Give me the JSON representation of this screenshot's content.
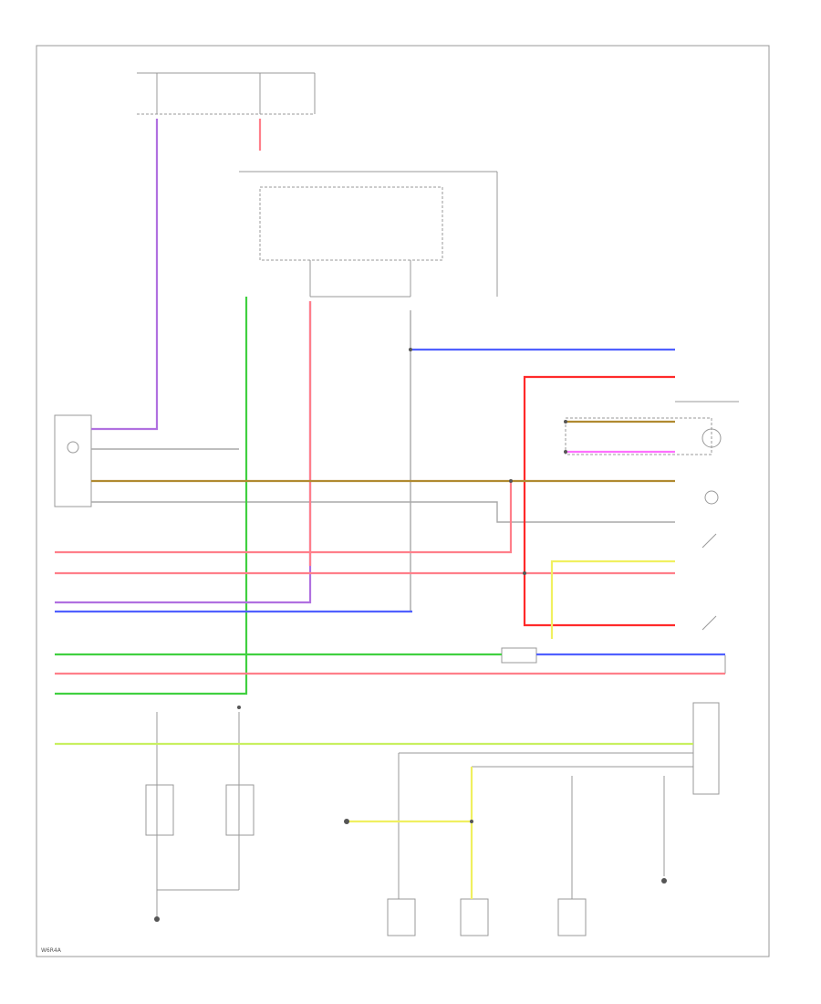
{
  "diagram": {
    "footer_code": "W6R4A",
    "colors": {
      "purple": "#b070e0",
      "pink": "#ff7f8a",
      "red": "#ff2a2a",
      "green": "#40d040",
      "blue": "#5060ff",
      "brown": "#b08a30",
      "gray": "#a8a8a8",
      "yellow": "#f0f060",
      "yellow_green": "#c8f060",
      "magenta": "#ff70ff",
      "black": "#222222"
    },
    "wires": [
      {
        "name": "purple-vertical-left",
        "color": "purple"
      },
      {
        "name": "pink-vertical-fuse2",
        "color": "pink"
      },
      {
        "name": "green-vertical",
        "color": "green"
      },
      {
        "name": "pink-vertical-relay",
        "color": "pink"
      },
      {
        "name": "blue-horizontal-top",
        "color": "blue"
      },
      {
        "name": "red-loop-right",
        "color": "red"
      },
      {
        "name": "brown-horizontal",
        "color": "brown"
      },
      {
        "name": "gray-horizontal",
        "color": "gray"
      },
      {
        "name": "pink-horizontal-1",
        "color": "pink"
      },
      {
        "name": "pink-horizontal-2",
        "color": "pink"
      },
      {
        "name": "purple-horizontal",
        "color": "purple"
      },
      {
        "name": "blue-horizontal-mid",
        "color": "blue"
      },
      {
        "name": "green-horizontal",
        "color": "green"
      },
      {
        "name": "pink-horizontal-3",
        "color": "pink"
      },
      {
        "name": "yellow-green-horizontal",
        "color": "yellow_green"
      },
      {
        "name": "yellow-vertical",
        "color": "yellow"
      },
      {
        "name": "magenta-short",
        "color": "magenta"
      }
    ]
  }
}
